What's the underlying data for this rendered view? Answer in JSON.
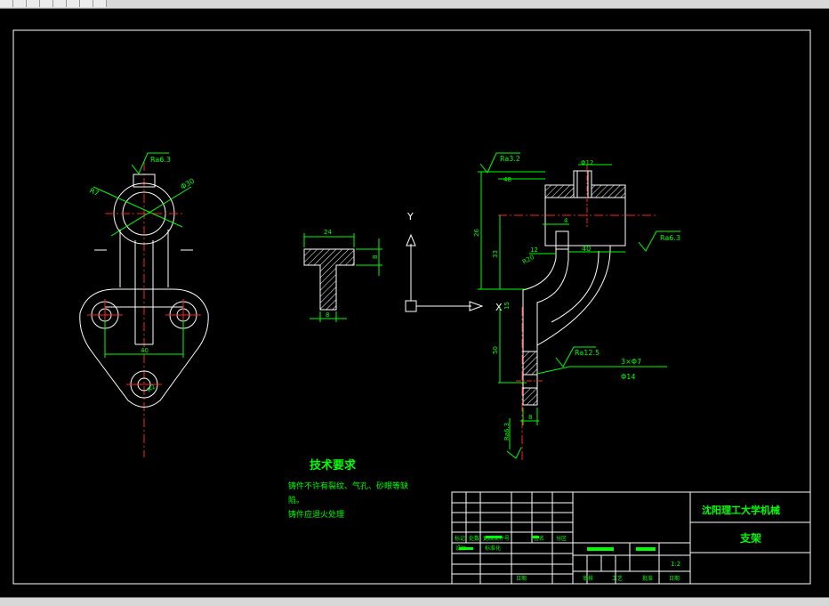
{
  "window": {
    "toolbar_buttons": [
      "tool-a",
      "tool-b",
      "tool-c",
      "tool-d",
      "tool-e",
      "tool-f",
      "tool-g",
      "tool-h"
    ]
  },
  "drawing": {
    "roughness": {
      "top_left": "Ra6.3",
      "side_top": "Ra3.2",
      "side_right": "Ra6.3",
      "side_hole": "Ra12.5",
      "side_bottom": "Ra6.3"
    },
    "front_view": {
      "dim_r": "R7",
      "dim_phi": "Φ30",
      "dim_40": "40",
      "dim_r2": "R2"
    },
    "section_view": {
      "dim_24": "24",
      "dim_8v": "8",
      "dim_8h": "8"
    },
    "axis": {
      "y": "Y",
      "x": "X"
    },
    "side_view": {
      "dim_12top": "Φ12",
      "dim_top_wide": "48",
      "dim_4": "4",
      "dim_12": "12",
      "dim_40": "40",
      "dim_26": "26",
      "dim_33": "33",
      "dim_r20": "R20",
      "dim_15": "15",
      "dim_50": "50",
      "dim_8": "8",
      "hole_note": "3×Φ7",
      "hole_note2": "Φ14"
    },
    "tech_req": {
      "title": "技术要求",
      "line1": "铸件不许有裂纹、气孔、砂眼等缺",
      "line2": "陷。",
      "line3": "铸件应退火处理"
    },
    "title_block": {
      "school": "沈阳理工大学机械",
      "part_name": "支架",
      "scale": "1:2",
      "row_labels": [
        "标记",
        "处数",
        "分区",
        "更改文件号",
        "签名",
        "日期"
      ],
      "bottom_labels": [
        "审核",
        "工艺",
        "批准",
        "日期"
      ],
      "design": "设计",
      "standard": "标准化"
    }
  }
}
